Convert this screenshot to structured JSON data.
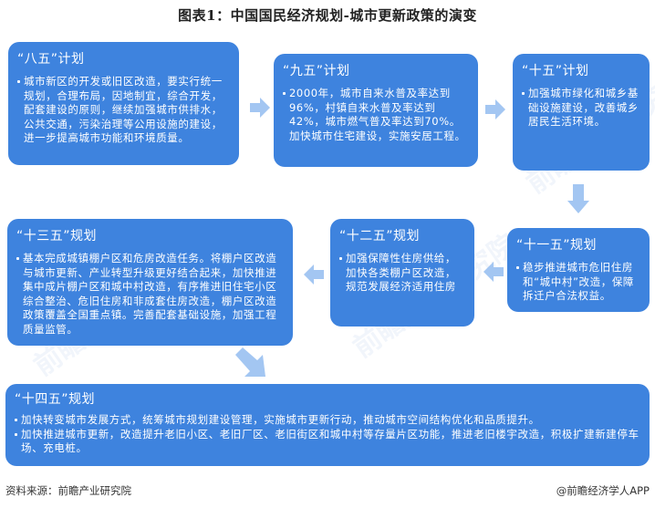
{
  "title": "图表1：中国国民经济规划-城市更新政策的演变",
  "colors": {
    "box_fill": "#3e83de",
    "arrow_fill": "#a3c6f2",
    "text_on_box": "#ffffff",
    "title_text": "#222222"
  },
  "stages": [
    {
      "id": "8th",
      "title": "“八五”计划",
      "bullets": [
        "城市新区的开发或旧区改造，要实行统一规划，合理布局，因地制宜，综合开发，配套建设的原则，继续加强城市供排水，公共交通，污染治理等公用设施的建设，进一步提高城市功能和环境质量。"
      ]
    },
    {
      "id": "9th",
      "title": "“九五”计划",
      "bullets": [
        "2000年，城市自来水普及率达到96%，村镇自来水普及率达到42%，城市燃气普及率达到70%。 加快城市住宅建设，实施安居工程。"
      ]
    },
    {
      "id": "10th",
      "title": "“十五”计划",
      "bullets": [
        "加强城市绿化和城乡基础设施建设，改善城乡居民生活环境。"
      ]
    },
    {
      "id": "11th",
      "title": "“十一五”规划",
      "bullets": [
        "稳步推进城市危旧住房和“城中村”改造，保障拆迁户合法权益。"
      ]
    },
    {
      "id": "12th",
      "title": "“十二五”规划",
      "bullets": [
        "加强保障性住房供给，加快各类棚户区改造，规范发展经济适用住房"
      ]
    },
    {
      "id": "13th",
      "title": "“十三五”规划",
      "bullets": [
        "基本完成城镇棚户区和危房改造任务。将棚户区改造与城市更新、产业转型升级更好结合起来，加快推进集中成片棚户区和城中村改造，有序推进旧住宅小区综合整治、危旧住房和非成套住房改造，棚户区改造政策覆盖全国重点镇。完善配套基础设施，加强工程质量监管。"
      ]
    },
    {
      "id": "14th",
      "title": "“十四五”规划",
      "bullets": [
        "加快转变城市发展方式，统筹城市规划建设管理，实施城市更新行动，推动城市空间结构优化和品质提升。",
        "加快推进城市更新，改造提升老旧小区、老旧厂区、老旧街区和城中村等存量片区功能，推进老旧楼宇改造，积极扩建新建停车场、充电桩。"
      ]
    }
  ],
  "arrows": [
    {
      "from": "8th",
      "to": "9th",
      "direction": "right"
    },
    {
      "from": "9th",
      "to": "10th",
      "direction": "right"
    },
    {
      "from": "10th",
      "to": "11th",
      "direction": "down"
    },
    {
      "from": "11th",
      "to": "12th",
      "direction": "left"
    },
    {
      "from": "12th",
      "to": "13th",
      "direction": "left"
    },
    {
      "from": "13th",
      "to": "14th",
      "direction": "down-right"
    }
  ],
  "footer": {
    "source": "资料来源：前瞻产业研究院",
    "credit": "@前瞻经济学人APP"
  },
  "watermark_text": "前瞻产业研究院"
}
